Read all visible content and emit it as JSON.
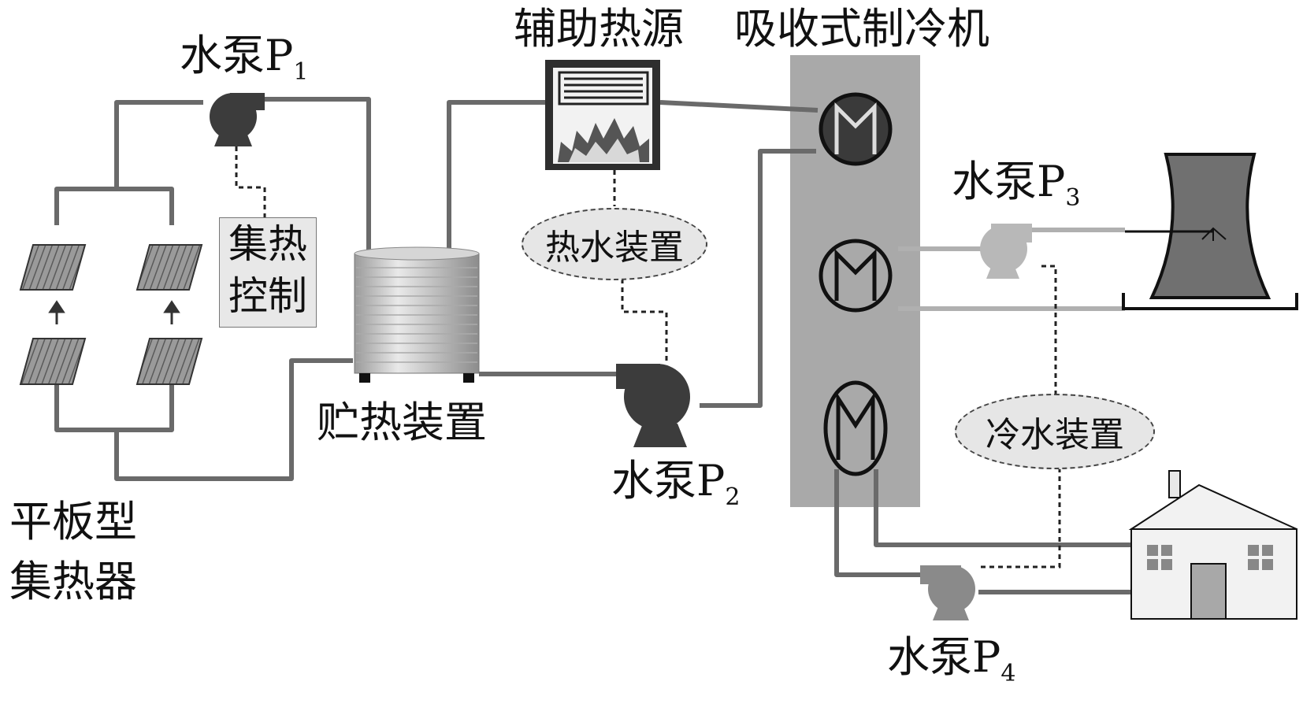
{
  "labels": {
    "pump_word": "水泵P",
    "pump1_sub": "1",
    "pump2_sub": "2",
    "pump3_sub": "3",
    "pump4_sub": "4",
    "aux_heat": "辅助热源",
    "chiller": "吸收式制冷机",
    "collector_line1": "平板型",
    "collector_line2": "集热器",
    "storage": "贮热装置",
    "control_line1": "集热",
    "control_line2": "控制",
    "hot_water_device": "热水装置",
    "cold_water_device": "冷水装置"
  },
  "colors": {
    "pipe": "#6a6a6a",
    "pump_dark": "#3c3c3c",
    "pump_light": "#b8b8b8",
    "pump_mid": "#8a8a8a",
    "chiller_panel": "#a9a9a9",
    "dashed_control": "#222222"
  },
  "icons": [
    "pump-icon",
    "solar-collector-icon",
    "storage-tank-icon",
    "boiler-icon",
    "heat-exchanger-icon",
    "cooling-tower-icon",
    "house-icon"
  ]
}
